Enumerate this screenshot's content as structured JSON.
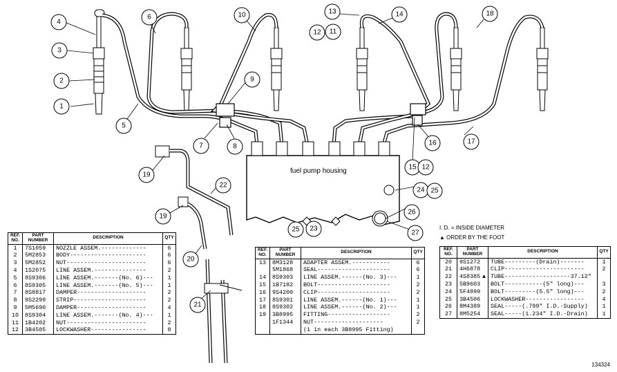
{
  "diagram": {
    "housing_label": "fuel pump housing",
    "callouts": [
      "4",
      "3",
      "2",
      "1",
      "5",
      "6",
      "7",
      "8",
      "9",
      "10",
      "13",
      "12",
      "11",
      "14",
      "18",
      "15",
      "12",
      "16",
      "17",
      "19",
      "22",
      "24",
      "25",
      "26",
      "23",
      "25",
      "27",
      "19",
      "20",
      "21"
    ],
    "image_code": "134324"
  },
  "notes": {
    "id_note": "I. D. = INSIDE DIAMETER",
    "order_note": "▲ ORDER BY THE FOOT"
  },
  "table_headers": {
    "ref": "REF. NO.",
    "part": "PART NUMBER",
    "desc": "DESCRIPTION",
    "qty": "QTY"
  },
  "table1": [
    {
      "ref": "1",
      "part": "7S1059",
      "desc": "NOZZLE ASSEM.-------------",
      "qty": "6"
    },
    {
      "ref": "2",
      "part": "5M2853",
      "desc": "BODY----------------------",
      "qty": "6"
    },
    {
      "ref": "3",
      "part": "5M2852",
      "desc": "NUT-----------------------",
      "qty": "6"
    },
    {
      "ref": "4",
      "part": "1S2075",
      "desc": "LINE ASSEM.---------------",
      "qty": "2"
    },
    {
      "ref": "5",
      "part": "8S9306",
      "desc": "LINE ASSEM.-------(No. 6)---",
      "qty": "1"
    },
    {
      "ref": "6",
      "part": "8S9305",
      "desc": "LINE ASSEM.-------(No. 5)---",
      "qty": "1"
    },
    {
      "ref": "7",
      "part": "8S8817",
      "desc": "DAMPER--------------------",
      "qty": "2"
    },
    {
      "ref": "8",
      "part": "9S2299",
      "desc": "STRIP---------------------",
      "qty": "2"
    },
    {
      "ref": "9",
      "part": "5M5690",
      "desc": "DAMPER--------------------",
      "qty": "4"
    },
    {
      "ref": "10",
      "part": "8S9304",
      "desc": "LINE ASSEM.-------(No. 4)---",
      "qty": "1"
    },
    {
      "ref": "11",
      "part": "1B4202",
      "desc": "NUT-----------------------",
      "qty": "2"
    },
    {
      "ref": "12",
      "part": "3B4505",
      "desc": "LOCKWASHER----------------",
      "qty": "8"
    }
  ],
  "table2": [
    {
      "ref": "13",
      "part": "8M3128",
      "desc": "ADAPTER ASSEM.-----------",
      "qty": "6"
    },
    {
      "ref": "",
      "part": "5M1868",
      "desc": "SEAL---------------------",
      "qty": "6"
    },
    {
      "ref": "14",
      "part": "8S9303",
      "desc": "LINE ASSEM.------(No. 3)---",
      "qty": "1"
    },
    {
      "ref": "15",
      "part": "1B7182",
      "desc": "BOLT---------------------",
      "qty": "2"
    },
    {
      "ref": "16",
      "part": "9S4200",
      "desc": "CLIP---------------------",
      "qty": "2"
    },
    {
      "ref": "17",
      "part": "8S9301",
      "desc": "LINE ASSEM.------(No. 1)---",
      "qty": "1"
    },
    {
      "ref": "18",
      "part": "8S9302",
      "desc": "LINE ASSEM.------(No. 2)---",
      "qty": "1"
    },
    {
      "ref": "19",
      "part": "3B8995",
      "desc": "FITTING------------------",
      "qty": "2"
    },
    {
      "ref": "",
      "part": "1F1344",
      "desc": "  NUT--------------------",
      "qty": "2"
    },
    {
      "ref": "",
      "part": "",
      "desc": "(1 in each 3B8995 Fitting)",
      "qty": ""
    }
  ],
  "table3": [
    {
      "mark": "",
      "ref": "20",
      "part": "9S1272",
      "desc": "TUBE---------(Drain)-------",
      "qty": "1"
    },
    {
      "mark": "",
      "ref": "21",
      "part": "4H6878",
      "desc": "CLIP-----------------------",
      "qty": "2"
    },
    {
      "mark": "▲",
      "ref": "22",
      "part": "4S8385",
      "desc": "TUBE-------------------37.12\"",
      "qty": ""
    },
    {
      "mark": "",
      "ref": "23",
      "part": "5B9603",
      "desc": "BOLT-----------(5\" long)---",
      "qty": "3"
    },
    {
      "mark": "",
      "ref": "24",
      "part": "5F4899",
      "desc": "BOLT---------(5.5\" long)---",
      "qty": "2"
    },
    {
      "mark": "",
      "ref": "25",
      "part": "3B4506",
      "desc": "LOCKWASHER-----------------",
      "qty": "4"
    },
    {
      "mark": "",
      "ref": "26",
      "part": "8M4389",
      "desc": "SEAL-----(.799\" I.D.-Supply)",
      "qty": "1"
    },
    {
      "mark": "",
      "ref": "27",
      "part": "8M5254",
      "desc": "SEAL-----(1.234\" I.D.-Drain)",
      "qty": "1"
    }
  ]
}
